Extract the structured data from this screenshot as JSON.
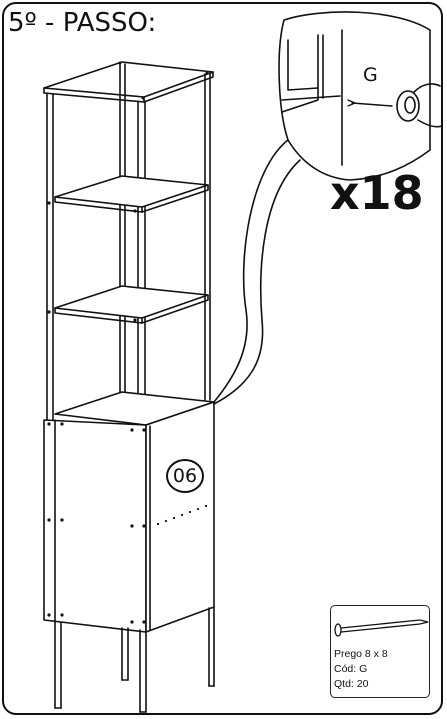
{
  "step": {
    "title": "5º - PASSO:"
  },
  "callout": {
    "part_letter": "G",
    "quantity": "x18"
  },
  "panel": {
    "number": "06"
  },
  "legend": {
    "description": "Prego 8 x 8",
    "code_line": "Cód: G",
    "qty_line": "Qtd: 20"
  },
  "colors": {
    "line": "#111111",
    "background": "#ffffff"
  }
}
